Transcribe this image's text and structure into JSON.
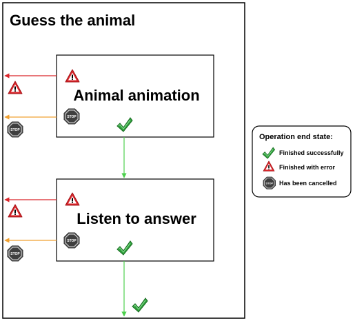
{
  "process": {
    "title": "Guess the animal"
  },
  "activities": [
    {
      "label": "Animal animation"
    },
    {
      "label": "Listen to answer"
    }
  ],
  "legend": {
    "title": "Operation end state:",
    "items": [
      {
        "icon": "check-icon",
        "label": "Finished successfully"
      },
      {
        "icon": "warning-icon",
        "label": "Finished with error"
      },
      {
        "icon": "stop-icon",
        "label": "Has been cancelled"
      }
    ]
  },
  "colors": {
    "success": "#2e9e3a",
    "success_arrow": "#4cd04c",
    "error": "#d9262b",
    "cancel": "#f0a030",
    "frame": "#000000"
  }
}
